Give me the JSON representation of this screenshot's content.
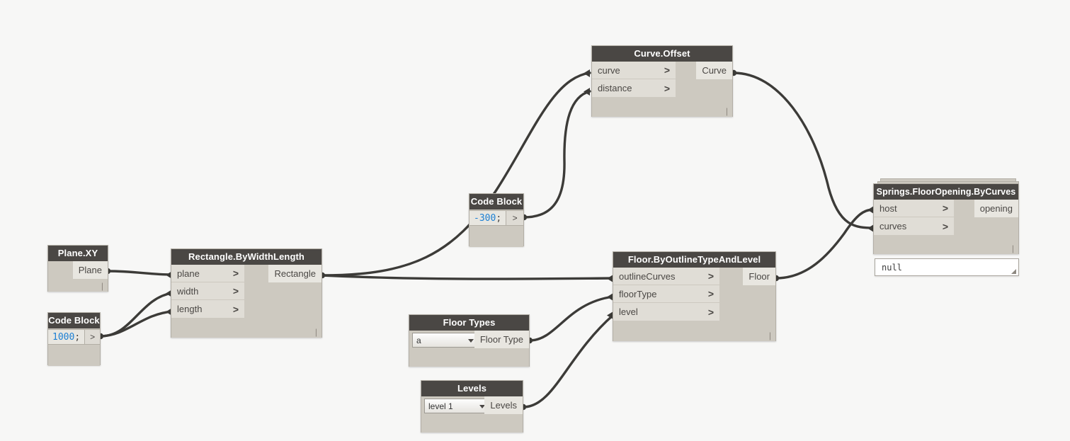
{
  "canvas": {
    "background": "#f7f7f6",
    "wire_color": "#3c3b38",
    "header_color": "#4a4744",
    "body_color": "#cdc9c0",
    "port_color": "#e0ddd6",
    "code_number_color": "#1b7fd4"
  },
  "nodes": {
    "plane_xy": {
      "title": "Plane.XY",
      "outputs": [
        {
          "label": "Plane"
        }
      ],
      "lacing": "|"
    },
    "code_block_1000": {
      "title": "Code Block",
      "code_value": "1000",
      "code_terminator": ";",
      "out_chevron": ">"
    },
    "rectangle": {
      "title": "Rectangle.ByWidthLength",
      "inputs": [
        {
          "label": "plane",
          "chevron": ">"
        },
        {
          "label": "width",
          "chevron": ">"
        },
        {
          "label": "length",
          "chevron": ">"
        }
      ],
      "outputs": [
        {
          "label": "Rectangle"
        }
      ],
      "lacing": "|"
    },
    "curve_offset": {
      "title": "Curve.Offset",
      "inputs": [
        {
          "label": "curve",
          "chevron": ">"
        },
        {
          "label": "distance",
          "chevron": ">"
        }
      ],
      "outputs": [
        {
          "label": "Curve"
        }
      ],
      "lacing": "|"
    },
    "code_block_neg300": {
      "title": "Code Block",
      "code_value": "-300",
      "code_terminator": ";",
      "out_chevron": ">"
    },
    "floor_types": {
      "title": "Floor Types",
      "dropdown_value": "a",
      "outputs": [
        {
          "label": "Floor Type"
        }
      ]
    },
    "levels": {
      "title": "Levels",
      "dropdown_value": "level 1",
      "outputs": [
        {
          "label": "Levels"
        }
      ]
    },
    "floor_by_outline": {
      "title": "Floor.ByOutlineTypeAndLevel",
      "inputs": [
        {
          "label": "outlineCurves",
          "chevron": ">"
        },
        {
          "label": "floorType",
          "chevron": ">"
        },
        {
          "label": "level",
          "chevron": ">"
        }
      ],
      "outputs": [
        {
          "label": "Floor"
        }
      ],
      "lacing": "|"
    },
    "springs_floor_opening": {
      "title": "Springs.FloorOpening.ByCurves",
      "inputs": [
        {
          "label": "host",
          "chevron": ">"
        },
        {
          "label": "curves",
          "chevron": ">"
        }
      ],
      "outputs": [
        {
          "label": "opening"
        }
      ],
      "lacing": "|"
    },
    "preview_watch": {
      "value": "null"
    }
  }
}
